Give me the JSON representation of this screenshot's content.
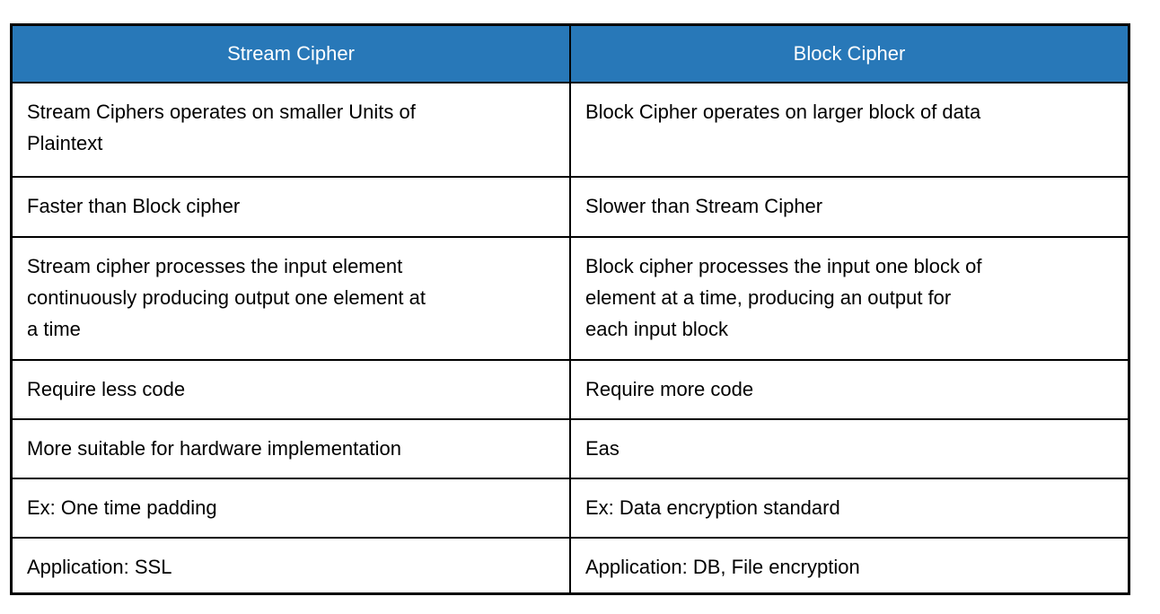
{
  "table": {
    "columns": [
      {
        "header": "Stream Cipher"
      },
      {
        "header": "Block Cipher"
      }
    ],
    "rows": [
      [
        "Stream Ciphers operates on smaller Units of\nPlaintext",
        "Block Cipher operates on larger block of data"
      ],
      [
        "Faster than Block cipher",
        "Slower than Stream Cipher"
      ],
      [
        "Stream cipher processes the input element\ncontinuously producing output one element at\na time",
        "Block cipher processes the input one block of\nelement at a time, producing an output for\neach input block"
      ],
      [
        "Require less code",
        "Require more code"
      ],
      [
        "More suitable for hardware implementation",
        "Eas"
      ],
      [
        "Ex: One time padding",
        "Ex: Data encryption standard"
      ],
      [
        "Application: SSL",
        "Application: DB, File encryption"
      ]
    ],
    "colors": {
      "header_bg": "#2878B8",
      "header_text": "#FFFFFF",
      "body_text": "#000000",
      "border": "#000000"
    }
  }
}
